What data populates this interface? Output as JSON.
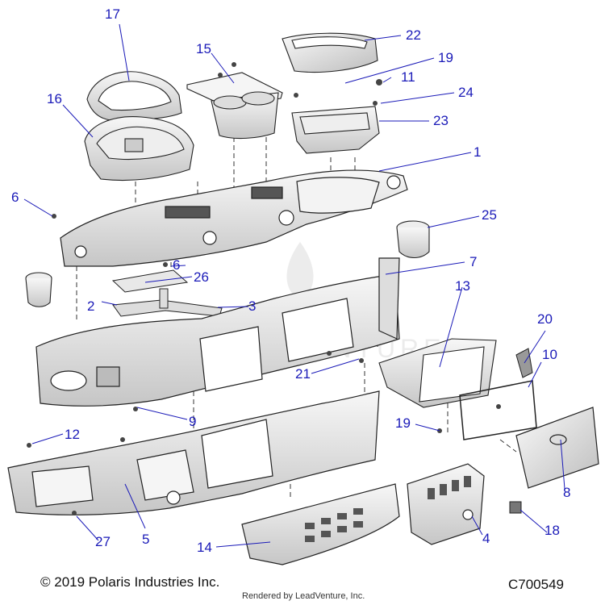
{
  "callouts": [
    {
      "id": "c17",
      "label": "17"
    },
    {
      "id": "c15",
      "label": "15"
    },
    {
      "id": "c22",
      "label": "22"
    },
    {
      "id": "c19a",
      "label": "19"
    },
    {
      "id": "c11",
      "label": "11"
    },
    {
      "id": "c24",
      "label": "24"
    },
    {
      "id": "c16",
      "label": "16"
    },
    {
      "id": "c23",
      "label": "23"
    },
    {
      "id": "c1",
      "label": "1"
    },
    {
      "id": "c6a",
      "label": "6"
    },
    {
      "id": "c25",
      "label": "25"
    },
    {
      "id": "c7",
      "label": "7"
    },
    {
      "id": "c6b",
      "label": "6"
    },
    {
      "id": "c26",
      "label": "26"
    },
    {
      "id": "c2",
      "label": "2"
    },
    {
      "id": "c3",
      "label": "3"
    },
    {
      "id": "c13",
      "label": "13"
    },
    {
      "id": "c20",
      "label": "20"
    },
    {
      "id": "c10",
      "label": "10"
    },
    {
      "id": "c21",
      "label": "21"
    },
    {
      "id": "c9",
      "label": "9"
    },
    {
      "id": "c19b",
      "label": "19"
    },
    {
      "id": "c12",
      "label": "12"
    },
    {
      "id": "c8",
      "label": "8"
    },
    {
      "id": "c5",
      "label": "5"
    },
    {
      "id": "c4",
      "label": "4"
    },
    {
      "id": "c18",
      "label": "18"
    },
    {
      "id": "c27",
      "label": "27"
    },
    {
      "id": "c14",
      "label": "14"
    }
  ],
  "footer": {
    "copyright": "© 2019 Polaris Industries Inc.",
    "diagram_code": "C700549",
    "render_credit": "Rendered by LeadVenture, Inc."
  },
  "watermark": {
    "text": "LEADVENTURE"
  },
  "colors": {
    "callout": "#1a1ab8",
    "leader": "#1a1ab8",
    "part_outline": "#222222",
    "part_fill": "#f2f2f2",
    "part_shade": "#c9c9c9",
    "dashed_guide": "#333333"
  }
}
